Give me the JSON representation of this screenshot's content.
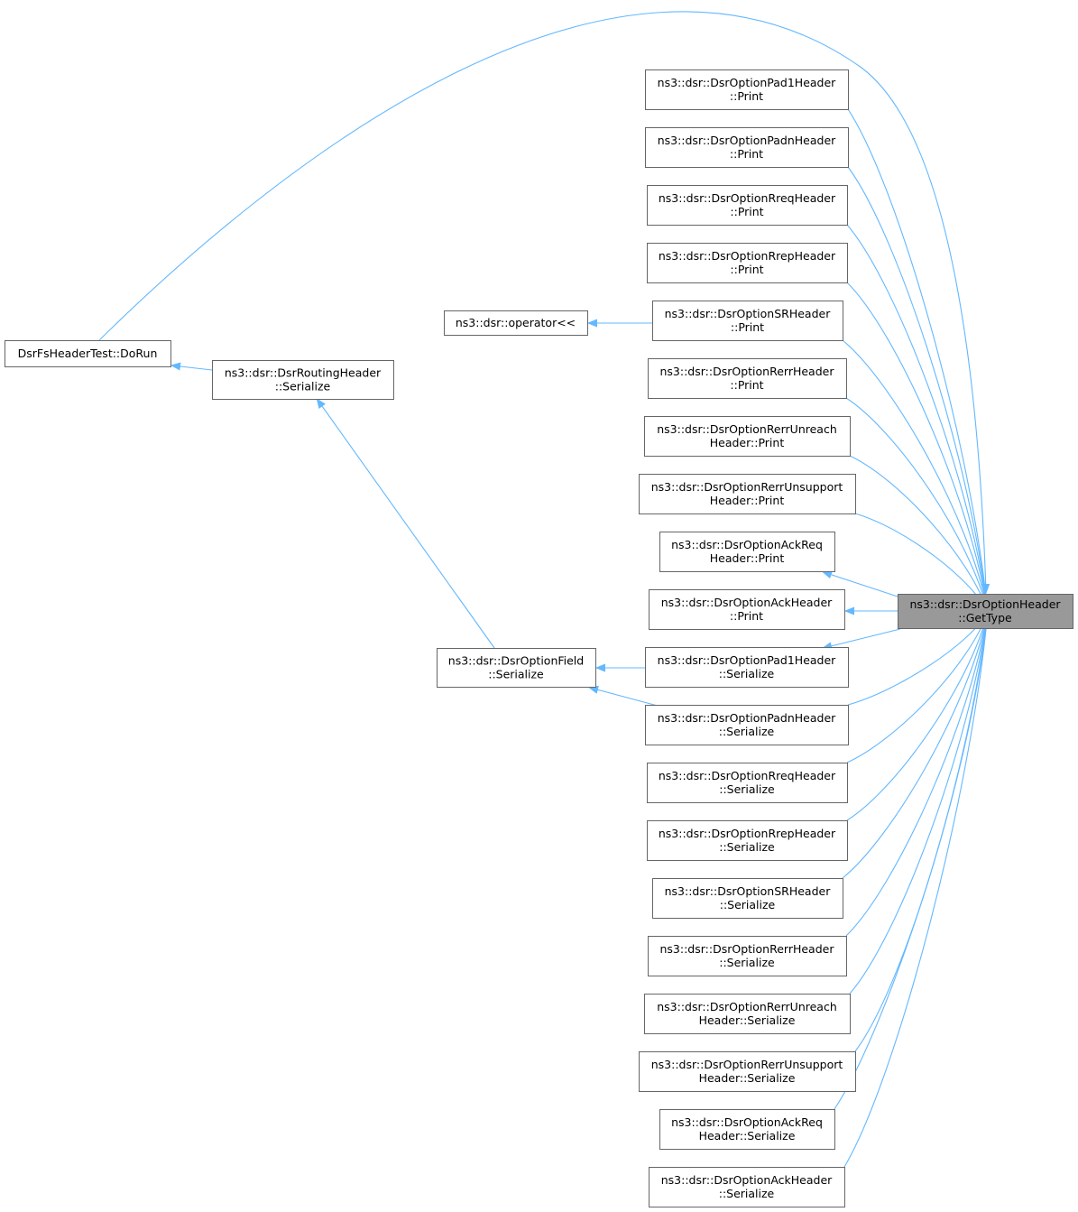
{
  "colors": {
    "edge": "#63b8ff",
    "node_border": "#666666",
    "node_fill": "#ffffff",
    "focus_fill": "#999999",
    "text": "#000000"
  },
  "nodes": [
    {
      "id": "gettype",
      "lines": [
        "ns3::dsr::DsrOptionHeader",
        "::GetType"
      ],
      "focus": true
    },
    {
      "id": "dorun",
      "lines": [
        "DsrFsHeaderTest::DoRun"
      ]
    },
    {
      "id": "routing",
      "lines": [
        "ns3::dsr::DsrRoutingHeader",
        "::Serialize"
      ]
    },
    {
      "id": "oplt",
      "lines": [
        "ns3::dsr::operator<<"
      ]
    },
    {
      "id": "field",
      "lines": [
        "ns3::dsr::DsrOptionField",
        "::Serialize"
      ]
    },
    {
      "id": "pad1p",
      "lines": [
        "ns3::dsr::DsrOptionPad1Header",
        "::Print"
      ]
    },
    {
      "id": "padnp",
      "lines": [
        "ns3::dsr::DsrOptionPadnHeader",
        "::Print"
      ]
    },
    {
      "id": "rreqp",
      "lines": [
        "ns3::dsr::DsrOptionRreqHeader",
        "::Print"
      ]
    },
    {
      "id": "rrepp",
      "lines": [
        "ns3::dsr::DsrOptionRrepHeader",
        "::Print"
      ]
    },
    {
      "id": "srp",
      "lines": [
        "ns3::dsr::DsrOptionSRHeader",
        "::Print"
      ]
    },
    {
      "id": "rerrp",
      "lines": [
        "ns3::dsr::DsrOptionRerrHeader",
        "::Print"
      ]
    },
    {
      "id": "unreachp",
      "lines": [
        "ns3::dsr::DsrOptionRerrUnreach",
        "Header::Print"
      ]
    },
    {
      "id": "unsupp",
      "lines": [
        "ns3::dsr::DsrOptionRerrUnsupport",
        "Header::Print"
      ]
    },
    {
      "id": "ackreqp",
      "lines": [
        "ns3::dsr::DsrOptionAckReq",
        "Header::Print"
      ]
    },
    {
      "id": "ackp",
      "lines": [
        "ns3::dsr::DsrOptionAckHeader",
        "::Print"
      ]
    },
    {
      "id": "pad1s",
      "lines": [
        "ns3::dsr::DsrOptionPad1Header",
        "::Serialize"
      ]
    },
    {
      "id": "padns",
      "lines": [
        "ns3::dsr::DsrOptionPadnHeader",
        "::Serialize"
      ]
    },
    {
      "id": "rreqs",
      "lines": [
        "ns3::dsr::DsrOptionRreqHeader",
        "::Serialize"
      ]
    },
    {
      "id": "rreps",
      "lines": [
        "ns3::dsr::DsrOptionRrepHeader",
        "::Serialize"
      ]
    },
    {
      "id": "srs",
      "lines": [
        "ns3::dsr::DsrOptionSRHeader",
        "::Serialize"
      ]
    },
    {
      "id": "rerrs",
      "lines": [
        "ns3::dsr::DsrOptionRerrHeader",
        "::Serialize"
      ]
    },
    {
      "id": "unreachs",
      "lines": [
        "ns3::dsr::DsrOptionRerrUnreach",
        "Header::Serialize"
      ]
    },
    {
      "id": "unsups",
      "lines": [
        "ns3::dsr::DsrOptionRerrUnsupport",
        "Header::Serialize"
      ]
    },
    {
      "id": "ackreqs",
      "lines": [
        "ns3::dsr::DsrOptionAckReq",
        "Header::Serialize"
      ]
    },
    {
      "id": "acks",
      "lines": [
        "ns3::dsr::DsrOptionAckHeader",
        "::Serialize"
      ]
    }
  ],
  "edges": [
    {
      "from": "dorun",
      "to": "gettype"
    },
    {
      "from": "routing",
      "to": "dorun"
    },
    {
      "from": "field",
      "to": "routing"
    },
    {
      "from": "srp",
      "to": "oplt"
    },
    {
      "from": "pad1s",
      "to": "field"
    },
    {
      "from": "padns",
      "to": "field"
    },
    {
      "from": "gettype",
      "to": "pad1p"
    },
    {
      "from": "gettype",
      "to": "padnp"
    },
    {
      "from": "gettype",
      "to": "rreqp"
    },
    {
      "from": "gettype",
      "to": "rrepp"
    },
    {
      "from": "gettype",
      "to": "srp"
    },
    {
      "from": "gettype",
      "to": "rerrp"
    },
    {
      "from": "gettype",
      "to": "unreachp"
    },
    {
      "from": "gettype",
      "to": "unsupp"
    },
    {
      "from": "gettype",
      "to": "ackreqp"
    },
    {
      "from": "gettype",
      "to": "ackp"
    },
    {
      "from": "gettype",
      "to": "pad1s"
    },
    {
      "from": "gettype",
      "to": "padns"
    },
    {
      "from": "gettype",
      "to": "rreqs"
    },
    {
      "from": "gettype",
      "to": "rreps"
    },
    {
      "from": "gettype",
      "to": "srs"
    },
    {
      "from": "gettype",
      "to": "rerrs"
    },
    {
      "from": "gettype",
      "to": "unreachs"
    },
    {
      "from": "gettype",
      "to": "unsups"
    },
    {
      "from": "gettype",
      "to": "ackreqs"
    },
    {
      "from": "gettype",
      "to": "acks"
    }
  ]
}
